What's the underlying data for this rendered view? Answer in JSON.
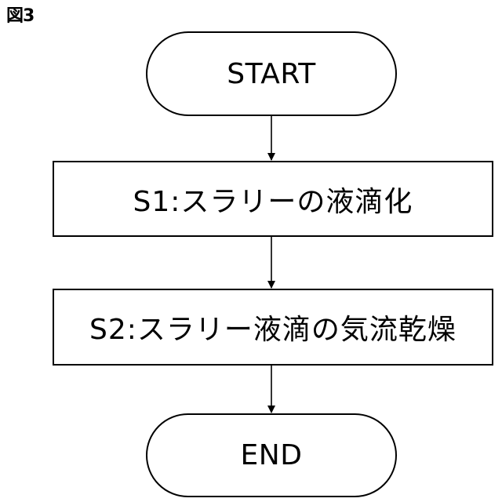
{
  "figure_label": "図3",
  "nodes": {
    "start": "START",
    "s1": "S1:スラリーの液滴化",
    "s2": "S2:スラリー液滴の気流乾燥",
    "end": "END"
  }
}
